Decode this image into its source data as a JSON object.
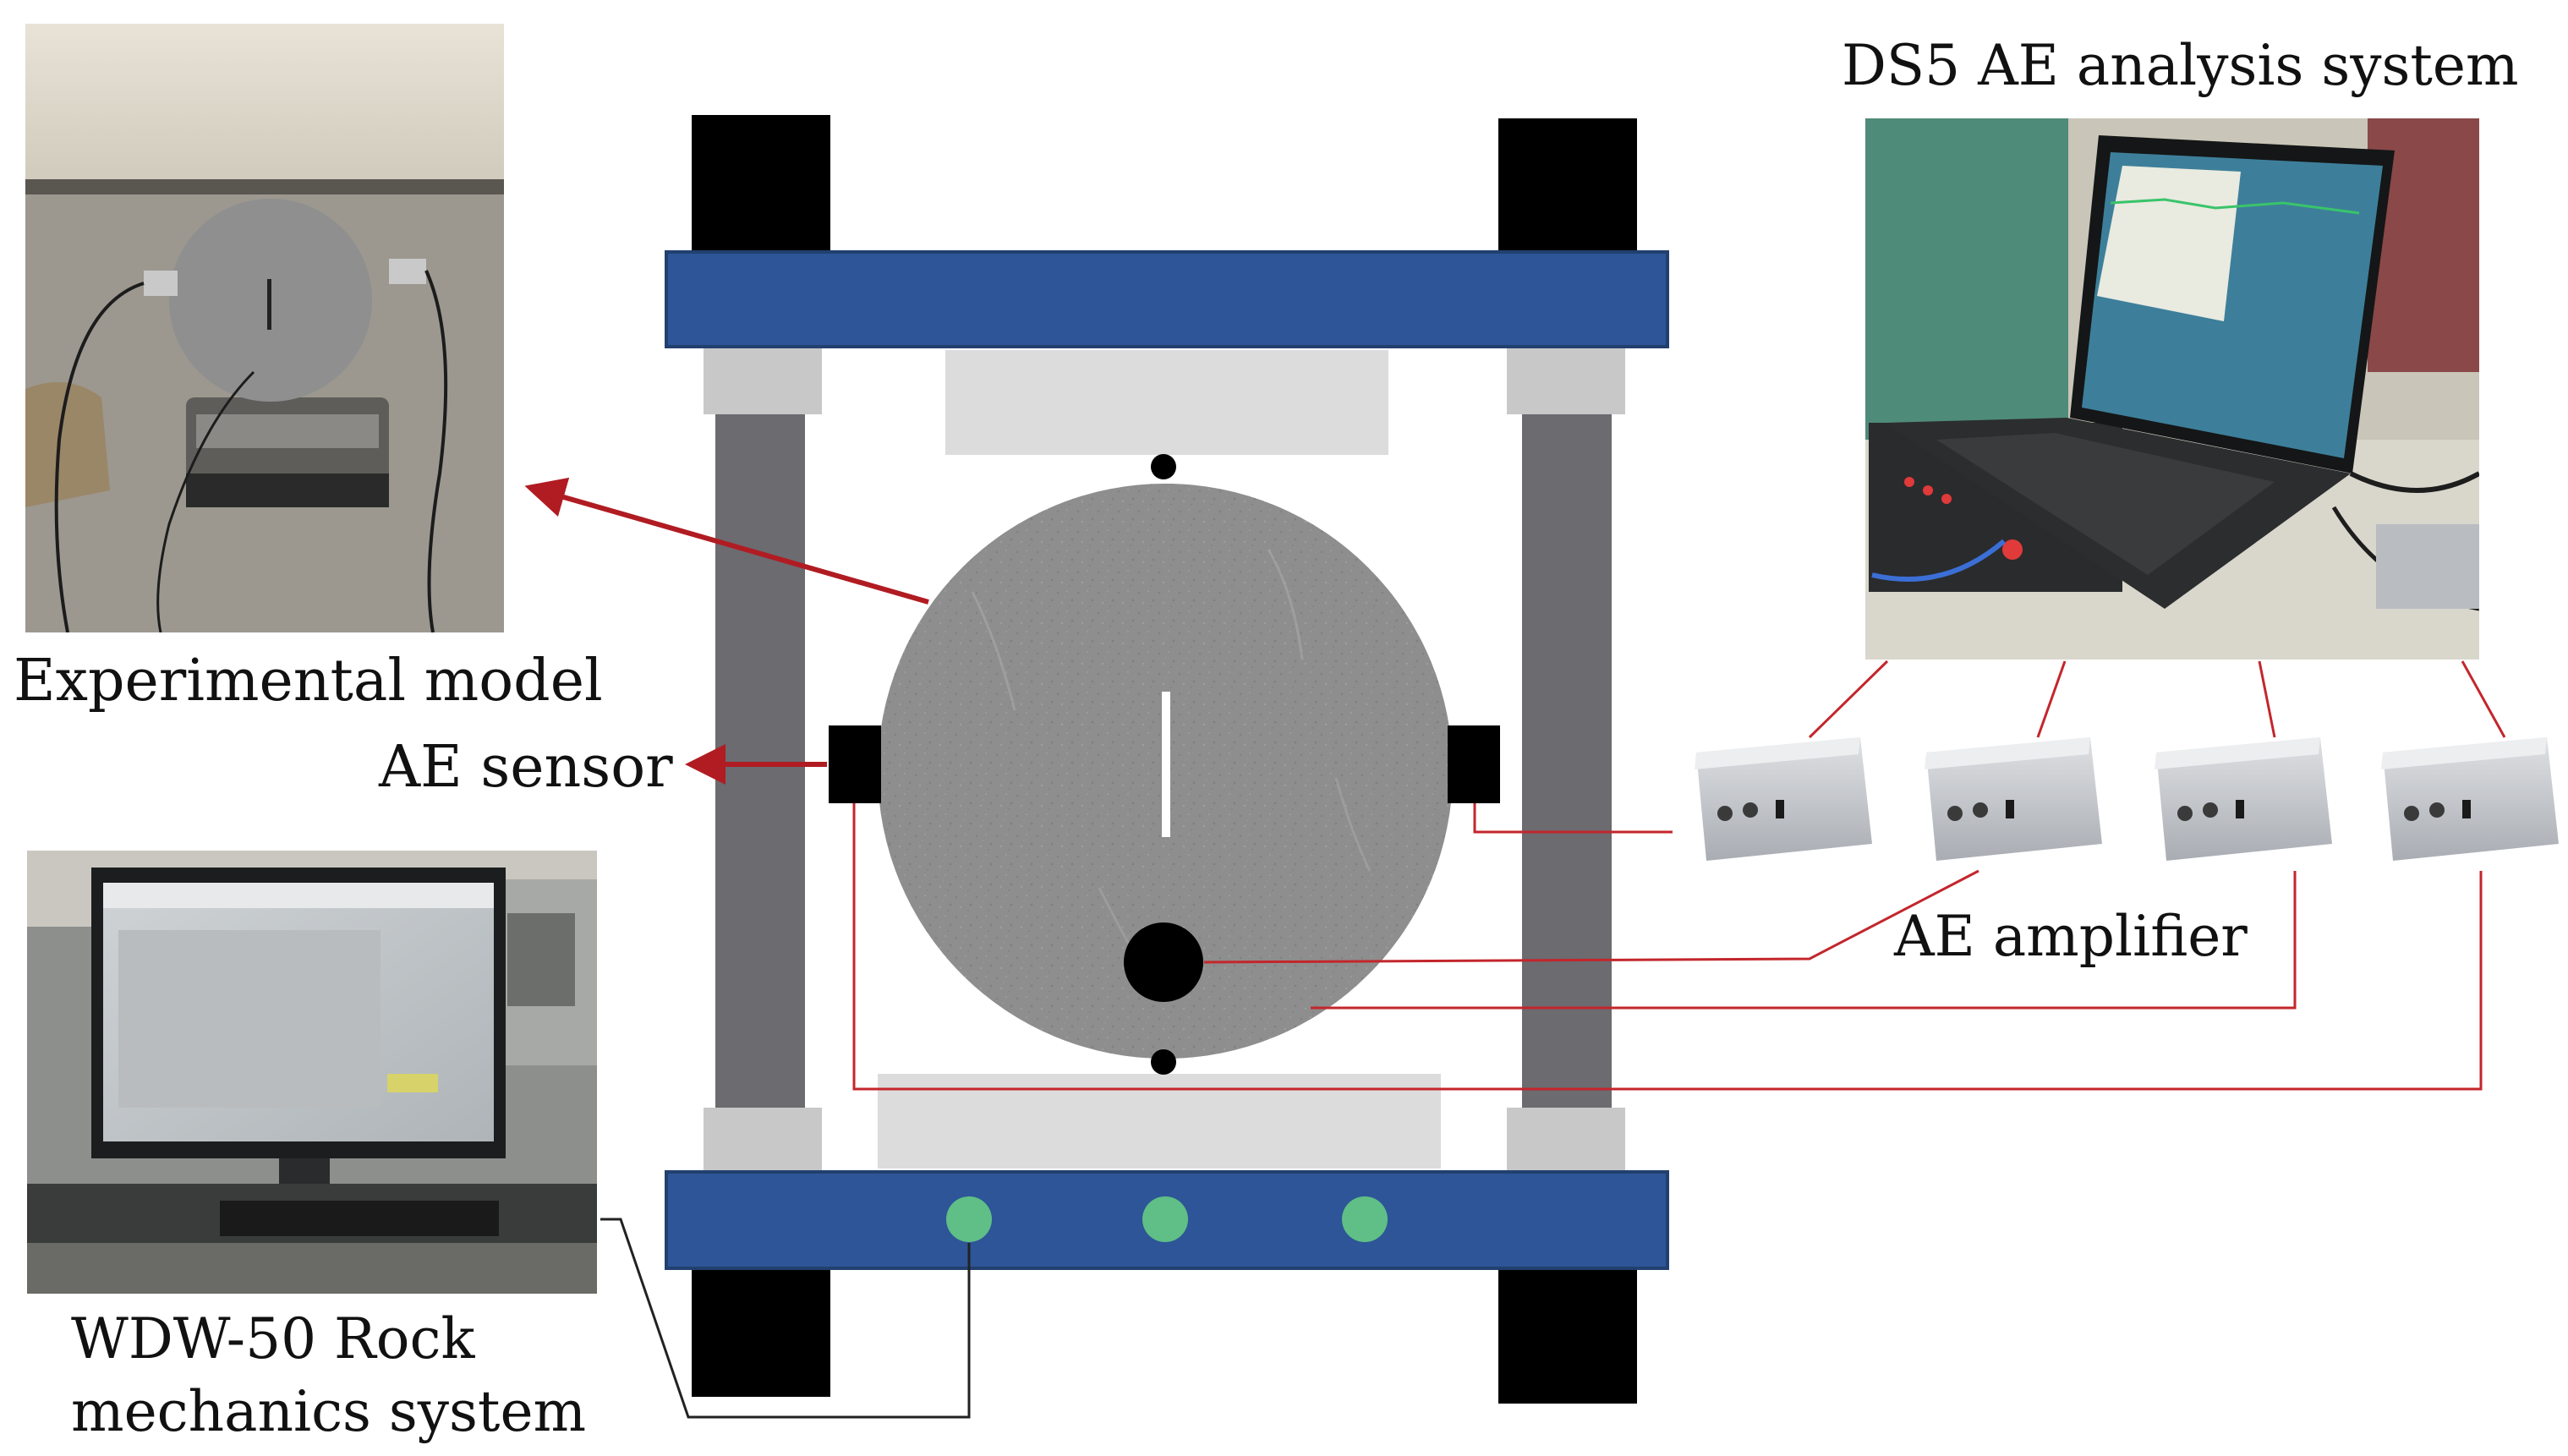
{
  "labels": {
    "experimental_model": "Experimental model",
    "ae_sensor": "AE sensor",
    "ds5_system": "DS5 AE analysis system",
    "ae_amplifier": "AE amplifier",
    "rock_mechanics_line1": "WDW-50 Rock",
    "rock_mechanics_line2": "mechanics system"
  },
  "colors": {
    "crossbeam": "#2e5597",
    "crossbeam_border": "#22406f",
    "column": "#6b6b70",
    "column_cap": "#c8c8c8",
    "platen": "#dcdcdc",
    "foot": "#000000",
    "specimen": "#8f8f8f",
    "crack": "#ffffff",
    "sensor": "#000000",
    "arrow": "#b01c22",
    "signal_cable": "#c3262c",
    "data_cable": "#222222",
    "control_button": "#5fbf86",
    "amplifier": "#c6c9ce"
  },
  "photos": {
    "experimental_model": "photo-of-disc-specimen-with-ae-sensors",
    "ds5_system": "photo-of-laptop-and-ds5-acquisition-unit",
    "rock_mechanics": "photo-of-monitor-and-keyboard"
  },
  "amplifier_count": 4,
  "control_button_count": 3
}
